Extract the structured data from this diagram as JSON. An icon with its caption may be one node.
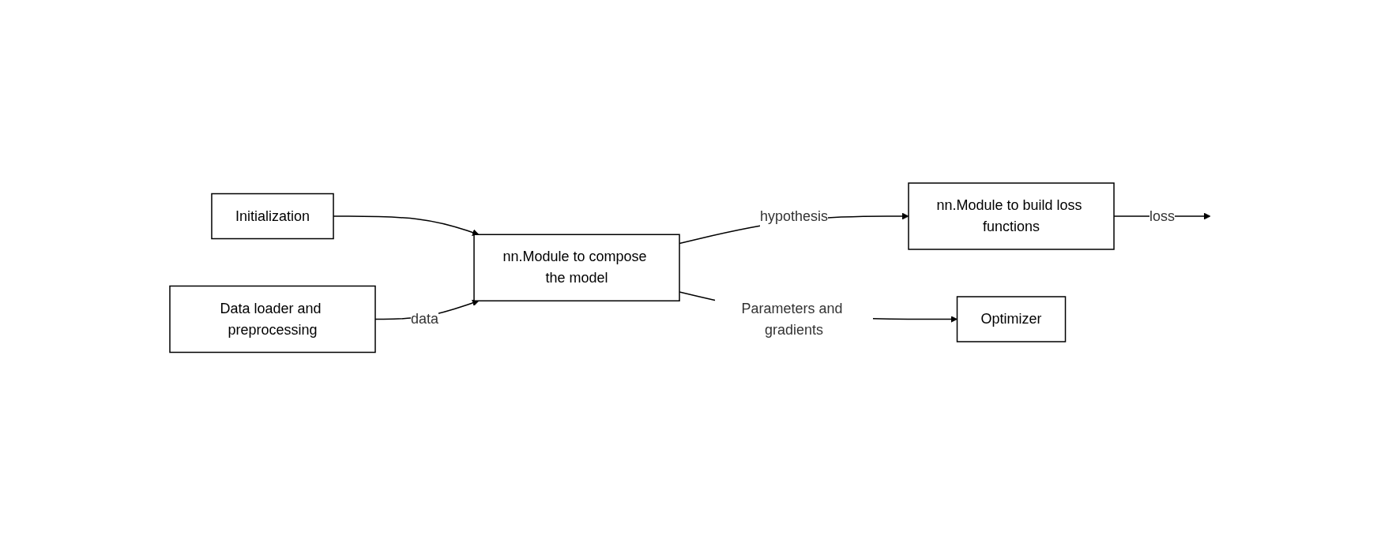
{
  "diagram": {
    "nodes": [
      {
        "text": [
          "Initialization"
        ]
      },
      {
        "text": [
          "Data loader and preprocessing"
        ]
      },
      {
        "text": [
          "nn.Module to compose the model"
        ]
      },
      {
        "text": [
          "nn.Module to build loss functions"
        ]
      },
      {
        "text": [
          "Optimizer"
        ]
      }
    ],
    "edges": [
      {
        "from": 0,
        "to": 2,
        "arrow": "to"
      },
      {
        "from": 1,
        "to": 2,
        "arrow": "to",
        "label": "data"
      },
      {
        "from": 2,
        "to": 3,
        "arrow": "to",
        "label": "hypothesis"
      },
      {
        "from": 3,
        "to": null,
        "arrow": "to",
        "label": "loss"
      },
      {
        "from": 2,
        "to": 4,
        "arrow": "to",
        "label": "Parameters and gradients"
      }
    ]
  }
}
